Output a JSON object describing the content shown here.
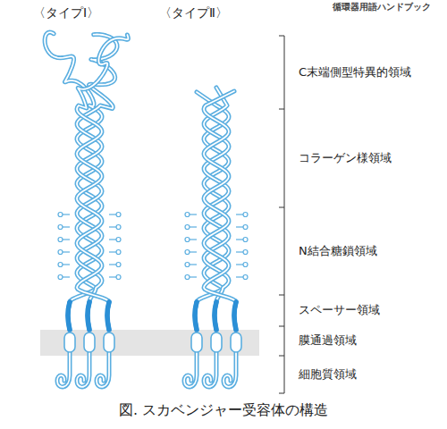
{
  "diagram": {
    "caption": "図. スカベンジャー受容体の構造",
    "labels": [
      "〈タイプⅠ〉",
      "〈タイプⅡ〉",
      "循環器用語ハンドブック",
      "C末端側型特異的領域",
      "コラーゲン様領域",
      "N結合糖鎖領域",
      "スペーサー領域",
      "膜通過領域",
      "細胞質領域"
    ]
  }
}
